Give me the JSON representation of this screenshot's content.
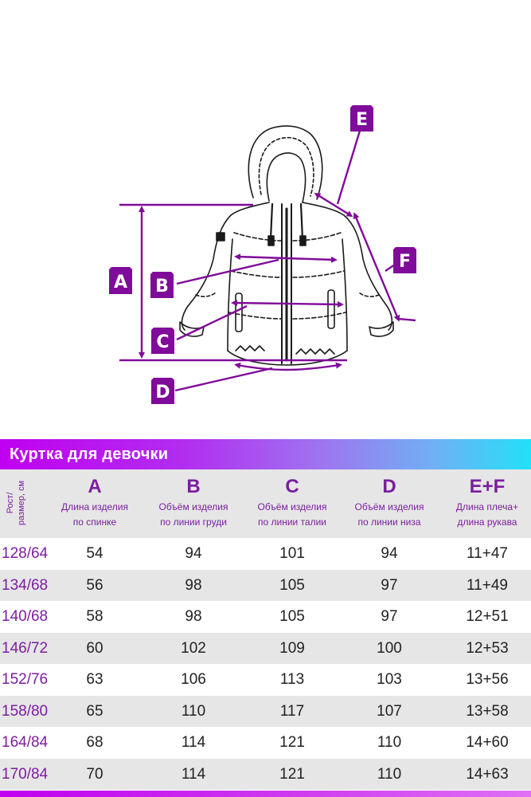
{
  "diagram": {
    "labels": {
      "a": "A",
      "b": "B",
      "c": "C",
      "d": "D",
      "e": "E",
      "f": "F"
    },
    "colors": {
      "accent": "#800a9a",
      "line": "#1a1a1a",
      "badge_text": "#ffffff"
    }
  },
  "table": {
    "title": "Куртка для девочки",
    "size_header": [
      "Рост/",
      "размер, см"
    ],
    "columns": [
      {
        "letter": "A",
        "desc": [
          "Длина изделия",
          "по спинке"
        ]
      },
      {
        "letter": "B",
        "desc": [
          "Объём изделия",
          "по линии груди"
        ]
      },
      {
        "letter": "C",
        "desc": [
          "Объём изделия",
          "по линии талии"
        ]
      },
      {
        "letter": "D",
        "desc": [
          "Объём изделия",
          "по линии низа"
        ]
      },
      {
        "letter": "E+F",
        "desc": [
          "Длина плеча+",
          "длина рукава"
        ]
      }
    ],
    "rows": [
      {
        "size": "128/64",
        "values": [
          "54",
          "94",
          "101",
          "94",
          "11+47"
        ]
      },
      {
        "size": "134/68",
        "values": [
          "56",
          "98",
          "105",
          "97",
          "11+49"
        ]
      },
      {
        "size": "140/68",
        "values": [
          "58",
          "98",
          "105",
          "97",
          "12+51"
        ]
      },
      {
        "size": "146/72",
        "values": [
          "60",
          "102",
          "109",
          "100",
          "12+53"
        ]
      },
      {
        "size": "152/76",
        "values": [
          "63",
          "106",
          "113",
          "103",
          "13+56"
        ]
      },
      {
        "size": "158/80",
        "values": [
          "65",
          "110",
          "117",
          "107",
          "13+58"
        ]
      },
      {
        "size": "164/84",
        "values": [
          "68",
          "114",
          "121",
          "110",
          "14+60"
        ]
      },
      {
        "size": "170/84",
        "values": [
          "70",
          "114",
          "121",
          "110",
          "14+63"
        ]
      }
    ],
    "colors": {
      "gradient_start": "#c000f0",
      "gradient_end": "#22e0f8",
      "header_text": "#7a1f9e",
      "row_alt": "#e6e6e6"
    }
  }
}
